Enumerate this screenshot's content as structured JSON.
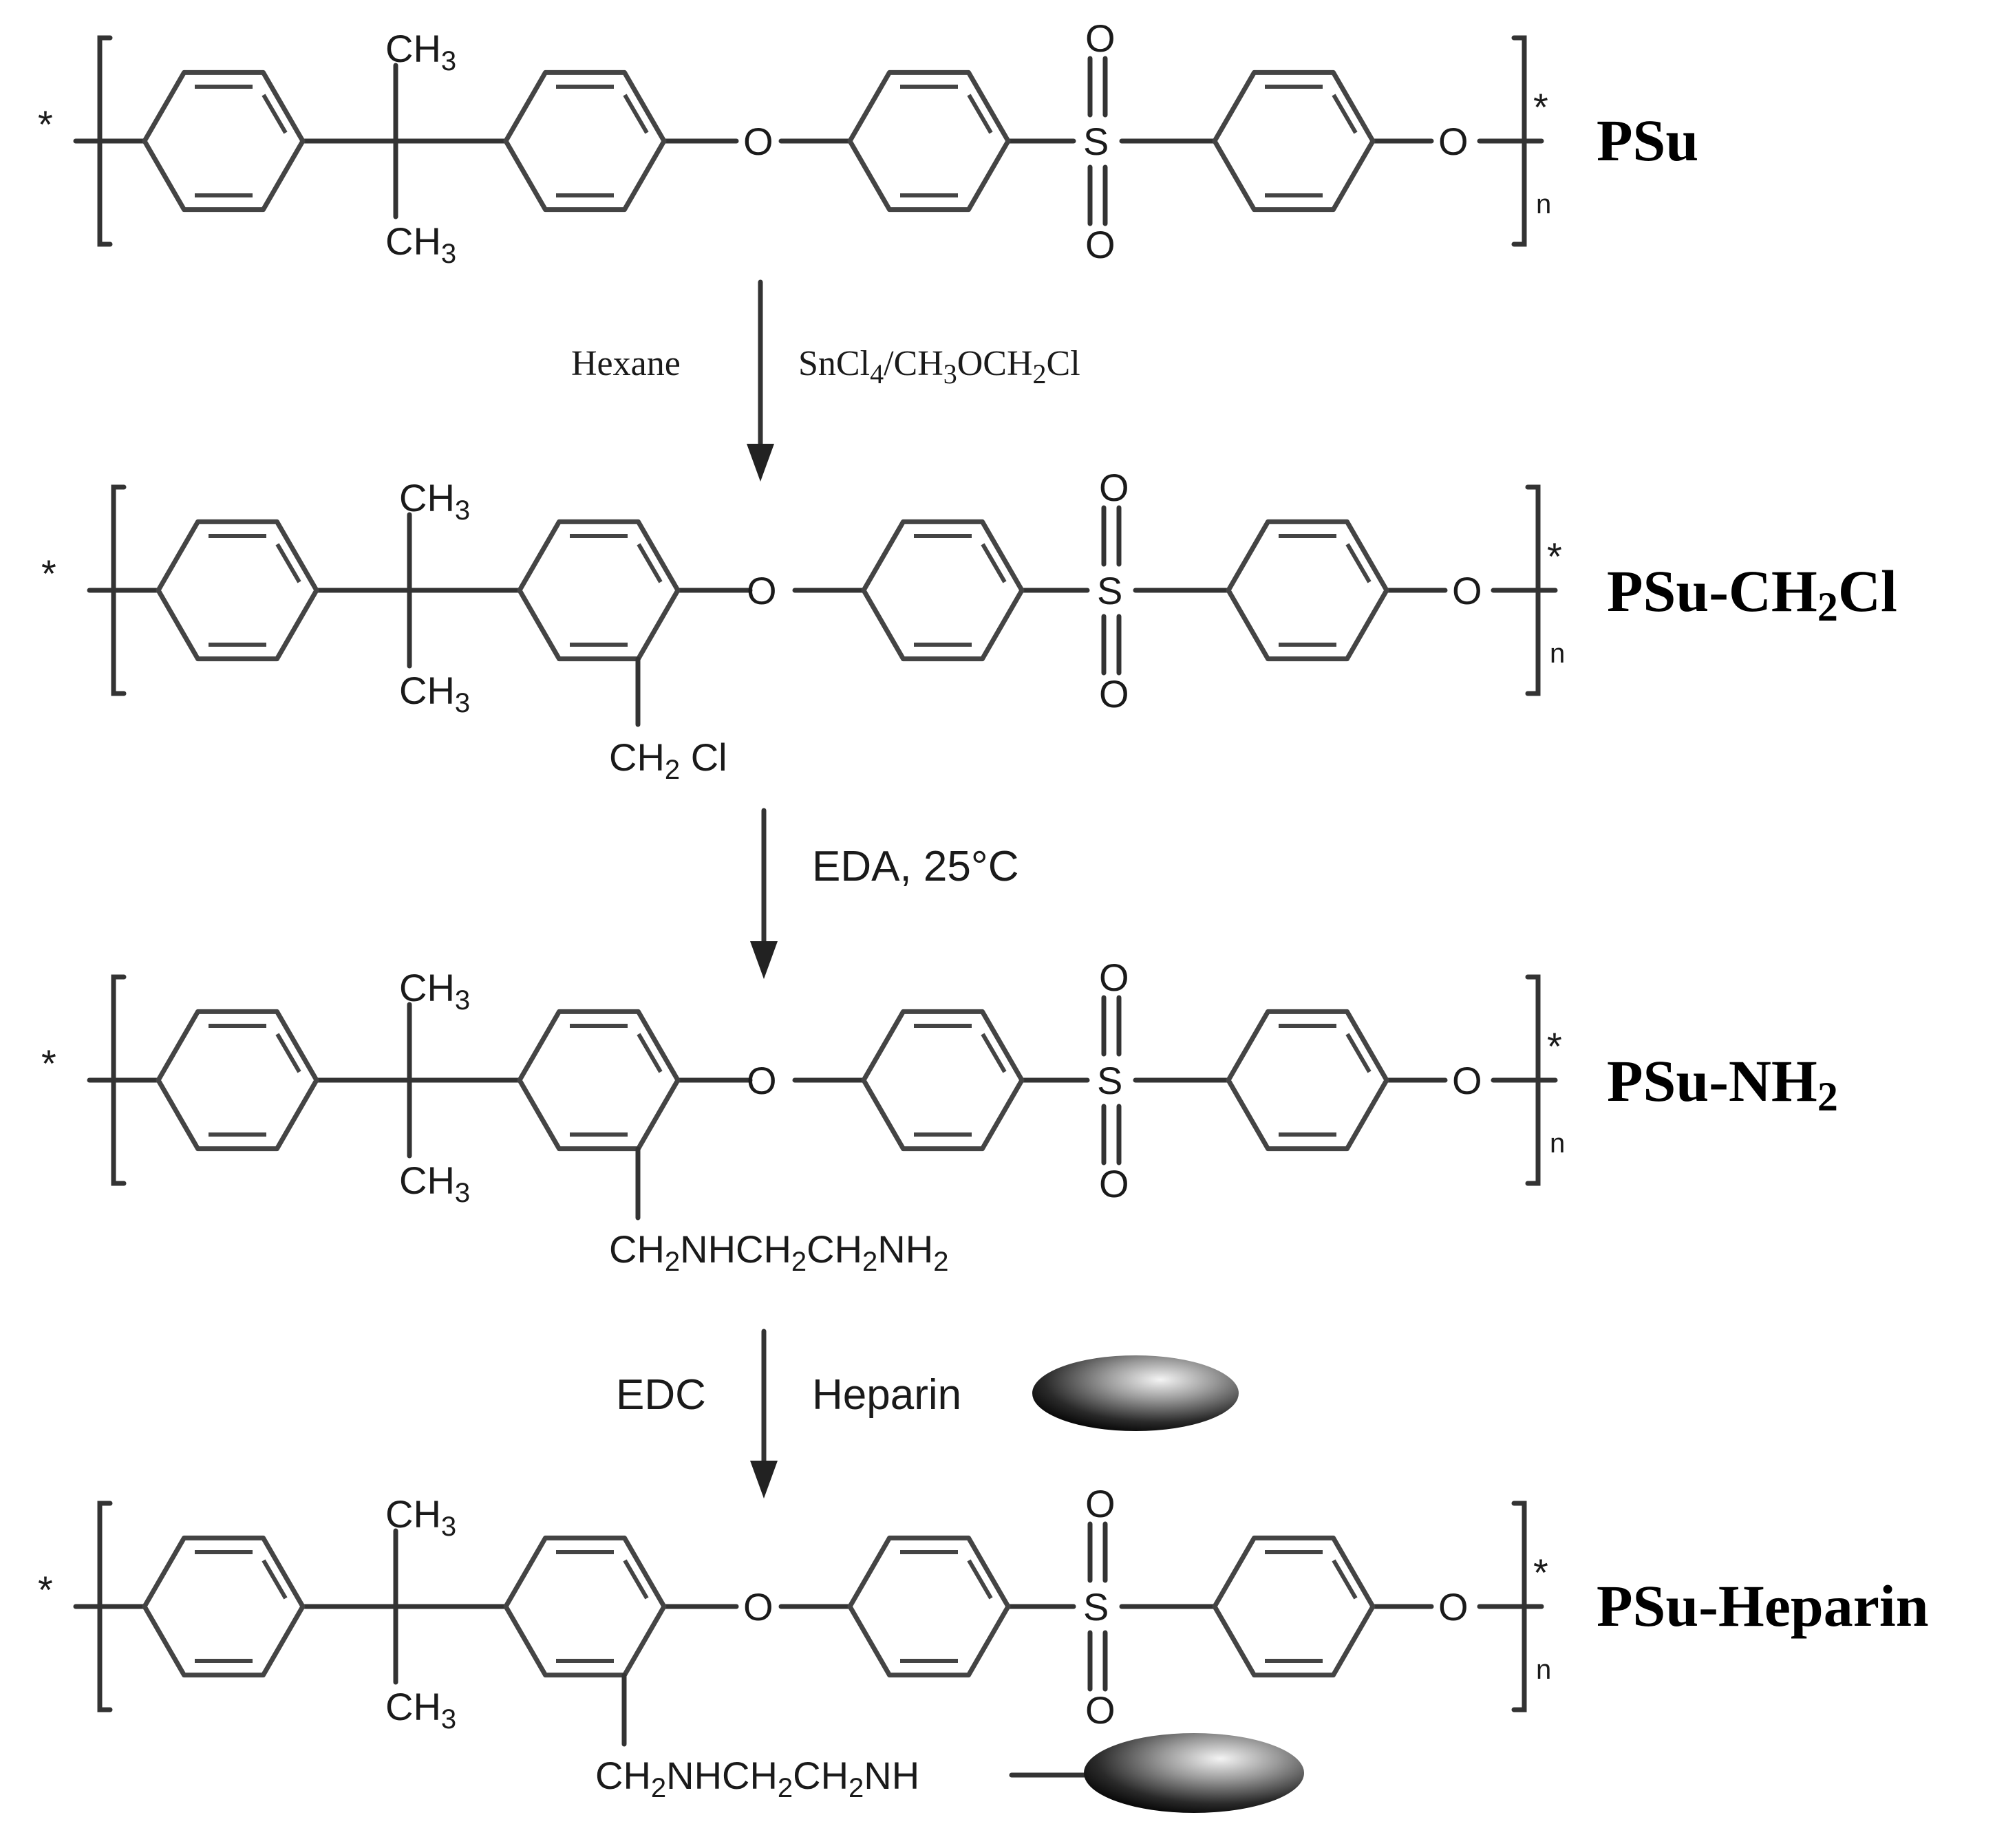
{
  "atoms": {
    "ch3": "CH",
    "ch3_sub": "3",
    "o": "O",
    "s": "S",
    "star": "*",
    "n": "n"
  },
  "compounds": [
    {
      "label": "PSu"
    },
    {
      "label_a": "PSu-CH",
      "label_sub": "2",
      "label_b": "Cl",
      "substituent": {
        "a": "CH",
        "a_sub": "2",
        "b": " Cl"
      }
    },
    {
      "label_a": "PSu-NH",
      "label_sub": "2",
      "substituent": {
        "a": "CH",
        "a_sub": "2",
        "b": "NHCH",
        "b_sub": "2",
        "c": "CH",
        "c_sub": "2",
        "d": "NH",
        "d_sub": "2"
      }
    },
    {
      "label": "PSu-Heparin",
      "substituent": {
        "a": "CH",
        "a_sub": "2",
        "b": "NHCH",
        "b_sub": "2",
        "c": "CH",
        "c_sub": "2",
        "d": "NH"
      }
    }
  ],
  "steps": [
    {
      "left": "Hexane",
      "right_a": "SnCl",
      "right_a_sub": "4",
      "right_b": "/CH",
      "right_b_sub": "3",
      "right_c": "OCH",
      "right_c_sub": "2",
      "right_d": "Cl"
    },
    {
      "right": "EDA, 25°C"
    },
    {
      "left": "EDC",
      "right": "Heparin"
    }
  ],
  "colors": {
    "ink": "#1a1a1a",
    "heparin_dark": "#000000",
    "heparin_light": "#f2f2f2"
  }
}
